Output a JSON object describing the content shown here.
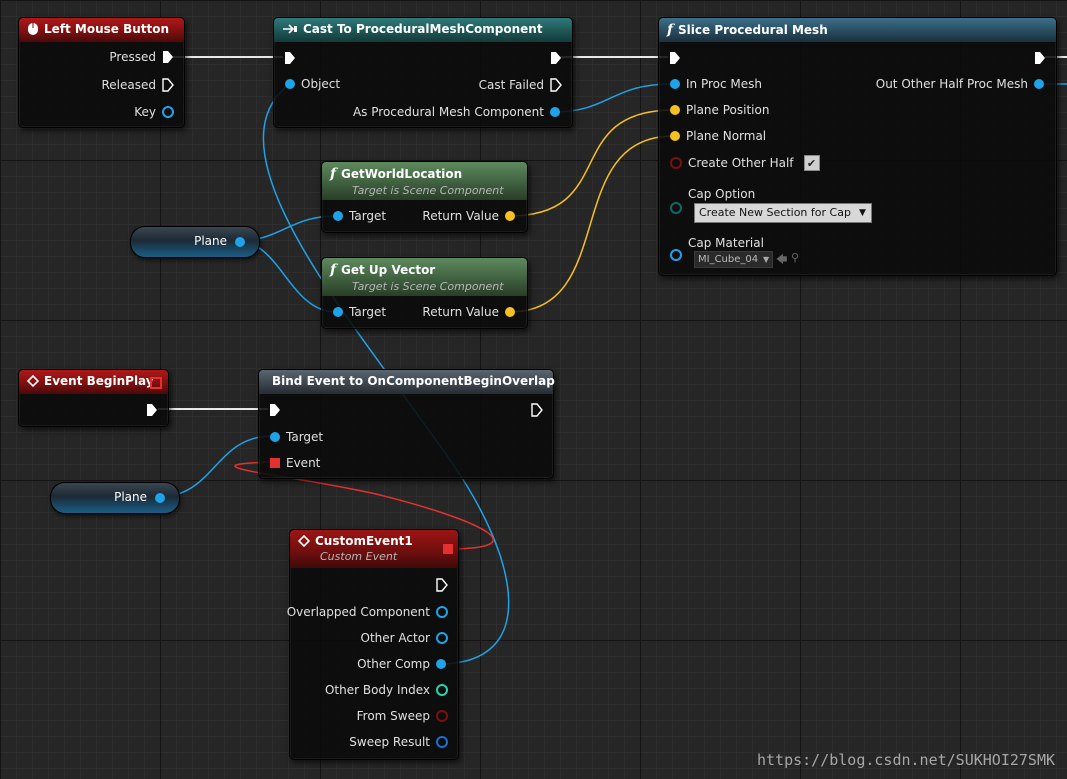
{
  "nodes": {
    "left_mouse": {
      "title": "Left Mouse Button",
      "pins": {
        "pressed": "Pressed",
        "released": "Released",
        "key": "Key"
      }
    },
    "cast": {
      "title": "Cast To ProceduralMeshComponent",
      "pins": {
        "object": "Object",
        "cast_failed": "Cast Failed",
        "as_component": "As Procedural Mesh Component"
      }
    },
    "slice": {
      "title": "Slice Procedural Mesh",
      "pins": {
        "in_proc_mesh": "In Proc Mesh",
        "out_other_half": "Out Other Half Proc Mesh",
        "plane_position": "Plane Position",
        "plane_normal": "Plane Normal",
        "create_other_half": "Create Other Half",
        "cap_option": "Cap Option",
        "cap_material": "Cap Material"
      },
      "cap_option_value": "Create New Section for Cap",
      "cap_material_value": "MI_Cube_04",
      "create_other_half_checked": true
    },
    "get_world_location": {
      "title": "GetWorldLocation",
      "subtitle": "Target is Scene Component",
      "pins": {
        "target": "Target",
        "return_value": "Return Value"
      }
    },
    "get_up_vector": {
      "title": "Get Up Vector",
      "subtitle": "Target is Scene Component",
      "pins": {
        "target": "Target",
        "return_value": "Return Value"
      }
    },
    "begin_play": {
      "title": "Event BeginPlay"
    },
    "bind_event": {
      "title": "Bind Event to OnComponentBeginOverlap",
      "pins": {
        "target": "Target",
        "event": "Event"
      }
    },
    "custom_event": {
      "title": "CustomEvent1",
      "subtitle": "Custom Event",
      "pins": {
        "overlapped_component": "Overlapped Component",
        "other_actor": "Other Actor",
        "other_comp": "Other Comp",
        "other_body_index": "Other Body Index",
        "from_sweep": "From Sweep",
        "sweep_result": "Sweep Result"
      }
    }
  },
  "variables": {
    "plane_1": "Plane",
    "plane_2": "Plane"
  },
  "watermark": "https://blog.csdn.net/SUKHOI27SMK",
  "colors": {
    "object_pin": "#1ea3e8",
    "vector_pin": "#f5c020",
    "delegate_pin": "#e53030",
    "exec_wire": "#ffffff"
  }
}
